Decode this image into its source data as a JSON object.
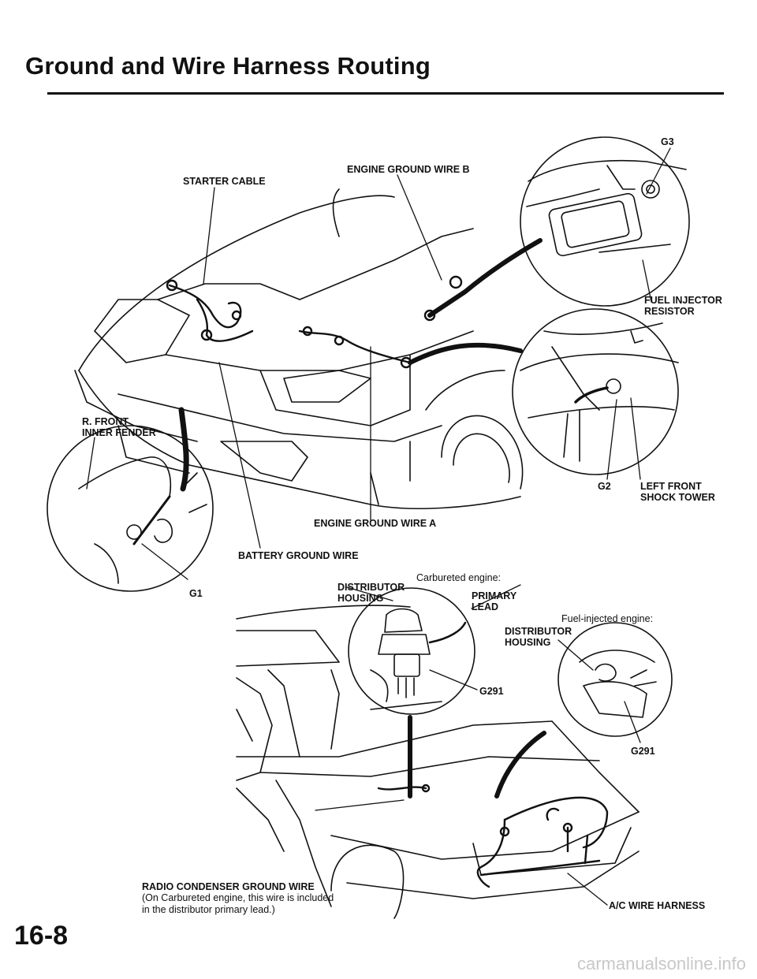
{
  "header": {
    "title": "Ground and Wire Harness Routing"
  },
  "labels": {
    "g3": "G3",
    "engine_ground_wire_b": "ENGINE GROUND WIRE B",
    "starter_cable": "STARTER CABLE",
    "fuel_injector_resistor_1": "FUEL INJECTOR",
    "fuel_injector_resistor_2": "RESISTOR",
    "r_front_inner_fender_1": "R. FRONT",
    "r_front_inner_fender_2": "INNER FENDER",
    "g2": "G2",
    "left_front_shock_tower_1": "LEFT FRONT",
    "left_front_shock_tower_2": "SHOCK TOWER",
    "engine_ground_wire_a": "ENGINE GROUND WIRE A",
    "battery_ground_wire": "BATTERY GROUND WIRE",
    "g1": "G1",
    "distributor_housing_1a": "DISTRIBUTOR",
    "distributor_housing_1b": "HOUSING",
    "carbureted_engine": "Carbureted engine:",
    "primary_lead_1": "PRIMARY",
    "primary_lead_2": "LEAD",
    "fuel_injected_engine": "Fuel-injected engine:",
    "distributor_housing_2a": "DISTRIBUTOR",
    "distributor_housing_2b": "HOUSING",
    "g291_a": "G291",
    "g291_b": "G291",
    "radio_condenser_ground_wire": "RADIO CONDENSER GROUND WIRE",
    "radio_note_1": "(On Carbureted engine, this wire is included",
    "radio_note_2": "in the distributor primary lead.)",
    "ac_wire_harness": "A/C WIRE HARNESS"
  },
  "footer": {
    "page_number": "16-8",
    "watermark": "carmanualsonline.info"
  }
}
